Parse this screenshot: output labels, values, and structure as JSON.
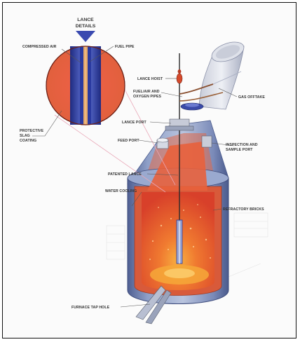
{
  "labels": {
    "lance_details_line1": "LANCE",
    "lance_details_line2": "DETAILS",
    "compressed_air": "COMPRESSED AIR",
    "fuel_pipe": "FUEL PIPE",
    "protective_slag_line1": "PROTECTIVE",
    "protective_slag_line2": "SLAG",
    "protective_slag_line3": "COATING",
    "lance_hoist": "LANCE HOIST",
    "fuel_air_line1": "FUEL/AIR AND",
    "fuel_air_line2": "OXYGEN PIPES",
    "gas_offtake": "GAS OFFTAKE",
    "lance_port": "LANCE PORT",
    "feed_port": "FEED PORT",
    "inspection_line1": "INSPECTION AND",
    "inspection_line2": "SAMPLE PORT",
    "patented_lance": "PATENTED LANCE",
    "water_cooling": "WATER COOLING",
    "refractory_bricks": "REFRACTORY BRICKS",
    "furnace_tap_hole": "FURNACE TAP HOLE"
  },
  "colors": {
    "molten": "#e8502a",
    "hot_core": "#f4a030",
    "shell": "#8fa0c8",
    "shell_dark": "#5a6a98",
    "refractory": "#e07050",
    "lance_blue": "#2a3a9a"
  }
}
